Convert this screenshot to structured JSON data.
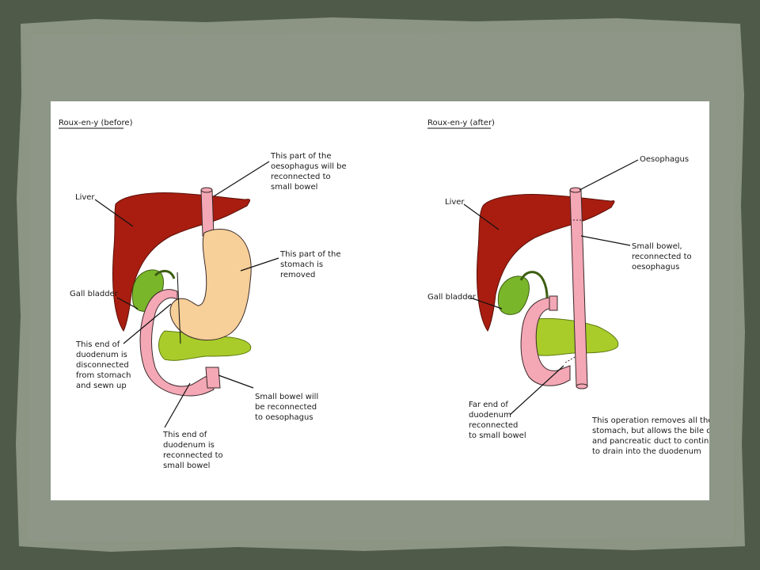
{
  "slide": {
    "colors": {
      "frame_outer": "#4f5a48",
      "frame_inner": "#8c9584",
      "panel": "#ffffff"
    }
  },
  "diagram": {
    "colors": {
      "liver": "#a81d10",
      "gall_bladder": "#7ab62a",
      "stomach": "#f7cf98",
      "bowel": "#f4a7b5",
      "pancreas": "#a9cc2a",
      "outline": "#3a2a2a"
    },
    "left": {
      "title": "Roux-en-y (before)",
      "labels": {
        "oesophagus_note": [
          "This part of the",
          "oesophagus will be",
          "reconnected to",
          "small bowel"
        ],
        "liver": [
          "Liver"
        ],
        "stomach_note": [
          "This part of the",
          "stomach is",
          "removed"
        ],
        "gall_bladder": [
          "Gall bladder"
        ],
        "duodenum_end": [
          "This end of",
          "duodenum is",
          "disconnected",
          "from stomach",
          "and sewn up"
        ],
        "bowel_note": [
          "Small bowel will",
          "be reconnected",
          "to oesophagus"
        ],
        "duodenum_reconnect": [
          "This end of",
          "duodenum is",
          "reconnected to",
          "small bowel"
        ]
      }
    },
    "right": {
      "title": "Roux-en-y (after)",
      "labels": {
        "oesophagus": [
          "Oesophagus"
        ],
        "liver": [
          "Liver"
        ],
        "small_bowel": [
          "Small bowel,",
          "reconnected to",
          "oesophagus"
        ],
        "gall_bladder": [
          "Gall bladder"
        ],
        "far_end": [
          "Far end of",
          "duodenum",
          "reconnected",
          "to small bowel"
        ],
        "operation_note": [
          "This operation removes all the",
          "stomach, but allows the bile duct",
          "and pancreatic duct to continue",
          "to drain into the duodenum"
        ]
      }
    }
  }
}
